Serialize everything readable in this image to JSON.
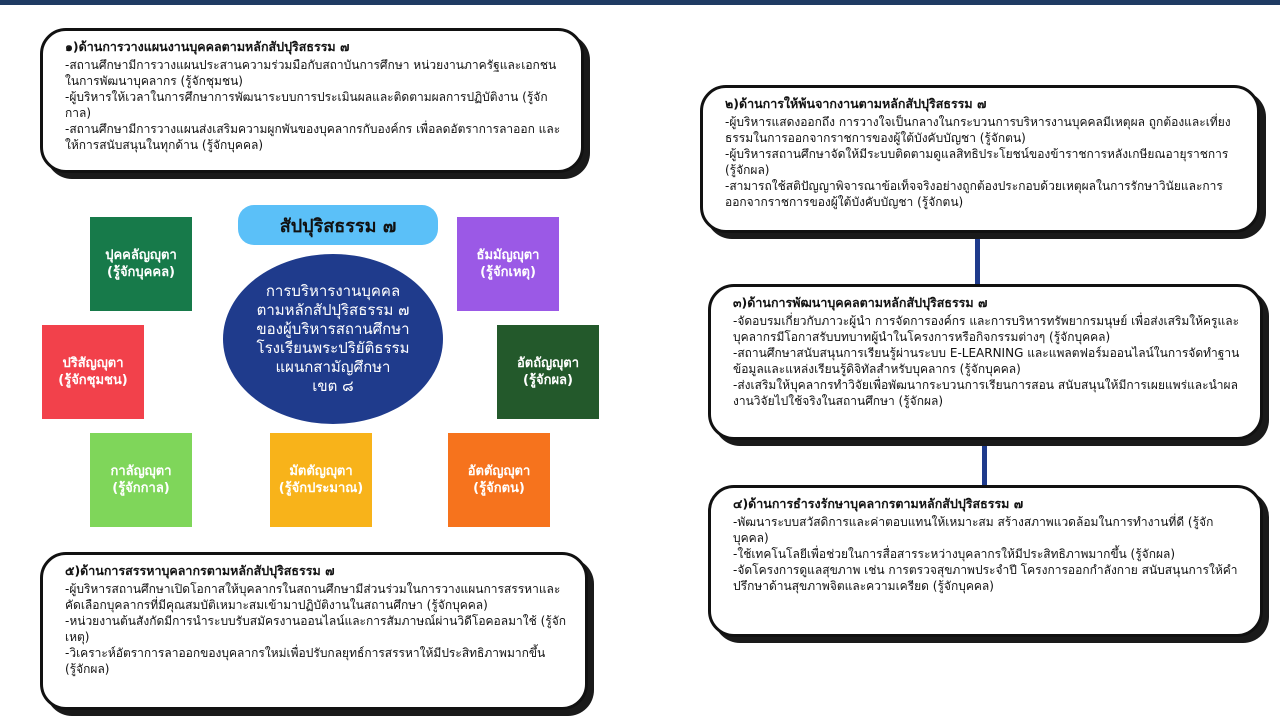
{
  "center": {
    "badge": "สัปปุริสธรรม ๗",
    "lines": [
      "การบริหารงานบุคคล",
      "ตามหลักสัปปุริสธรรม ๗",
      "ของผู้บริหารสถานศึกษา",
      "โรงเรียนพระปริยัติธรรม",
      "แผนกสามัญศึกษา",
      "เขต ๘"
    ]
  },
  "principles": [
    {
      "name": "ปุคคลัญญุตา",
      "sub": "(รู้จักบุคคล)",
      "color": "#177a4a"
    },
    {
      "name": "ธัมมัญญุตา",
      "sub": "(รู้จักเหตุ)",
      "color": "#9b59e6"
    },
    {
      "name": "ปริสัญญุตา",
      "sub": "(รู้จักชุมชน)",
      "color": "#f2414b"
    },
    {
      "name": "อัตถัญญุตา",
      "sub": "(รู้จักผล)",
      "color": "#23592b"
    },
    {
      "name": "กาลัญญุตา",
      "sub": "(รู้จักกาล)",
      "color": "#7fd65a"
    },
    {
      "name": "มัตตัญญุตา",
      "sub": "(รู้จักประมาณ)",
      "color": "#f8b31a"
    },
    {
      "name": "อัตตัญญุตา",
      "sub": "(รู้จักตน)",
      "color": "#f6731d"
    }
  ],
  "cards": [
    {
      "title": "๑)ด้านการวางแผนงานบุคคลตามหลักสัปปุริสธรรม ๗",
      "items": [
        "-สถานศึกษามีการวางแผนประสานความร่วมมือกับสถาบันการศึกษา หน่วยงานภาครัฐและเอกชนในการพัฒนาบุคลากร (รู้จักชุมชน)",
        "-ผู้บริหารให้เวลาในการศึกษาการพัฒนาระบบการประเมินผลและติดตามผลการปฏิบัติงาน (รู้จักกาล)",
        "-สถานศึกษามีการวางแผนส่งเสริมความผูกพันของบุคลากรกับองค์กร เพื่อลดอัตราการลาออก และให้การสนับสนุนในทุกด้าน (รู้จักบุคคล)"
      ]
    },
    {
      "title": "๒)ด้านการให้พ้นจากงานตามหลักสัปปุริสธรรม ๗",
      "items": [
        "-ผู้บริหารแสดงออกถึง การวางใจเป็นกลางในกระบวนการบริหารงานบุคคลมีเหตุผล ถูกต้องและเที่ยงธรรมในการออกจากราชการของผู้ใต้บังคับบัญชา (รู้จักตน)",
        "-ผู้บริหารสถานศึกษาจัดให้มีระบบติดตามดูแลสิทธิประโยชน์ของข้าราชการหลังเกษียณอายุราชการ (รู้จักผล)",
        "-สามารถใช้สติปัญญาพิจารณาข้อเท็จจริงอย่างถูกต้องประกอบด้วยเหตุผลในการรักษาวินัยและการออกจากราชการของผู้ใต้บังคับบัญชา (รู้จักตน)"
      ]
    },
    {
      "title": "๓)ด้านการพัฒนาบุคคลตามหลักสัปปุริสธรรม ๗",
      "items": [
        "-จัดอบรมเกี่ยวกับภาวะผู้นำ การจัดการองค์กร และการบริหารทรัพยากรมนุษย์ เพื่อส่งเสริมให้ครูและบุคลากรมีโอกาสรับบทบาทผู้นำในโครงการหรือกิจกรรมต่างๆ (รู้จักบุคคล)",
        "-สถานศึกษาสนับสนุนการเรียนรู้ผ่านระบบ E-LEARNING และแพลตฟอร์มออนไลน์ในการจัดทำฐานข้อมูลและแหล่งเรียนรู้ดิจิทัลสำหรับบุคลากร (รู้จักบุคคล)",
        "-ส่งเสริมให้บุคลากรทำวิจัยเพื่อพัฒนากระบวนการเรียนการสอน สนับสนุนให้มีการเผยแพร่และนำผลงานวิจัยไปใช้จริงในสถานศึกษา (รู้จักผล)"
      ]
    },
    {
      "title": "๔)ด้านการธำรงรักษาบุคลากรตามหลักสัปปุริสธรรม ๗",
      "items": [
        "-พัฒนาระบบสวัสดิการและค่าตอบแทนให้เหมาะสม สร้างสภาพแวดล้อมในการทำงานที่ดี (รู้จักบุคคล)",
        "-ใช้เทคโนโลยีเพื่อช่วยในการสื่อสารระหว่างบุคลากรให้มีประสิทธิภาพมากขึ้น (รู้จักผล)",
        "-จัดโครงการดูแลสุขภาพ เช่น การตรวจสุขภาพประจำปี โครงการออกกำลังกาย สนับสนุนการให้คำปรึกษาด้านสุขภาพจิตและความเครียด (รู้จักบุคคล)"
      ]
    },
    {
      "title": "๕)ด้านการสรรหาบุคลากรตามหลักสัปปุริสธรรม ๗",
      "items": [
        "-ผู้บริหารสถานศึกษาเปิดโอกาสให้บุคลากรในสถานศึกษามีส่วนร่วมในการวางแผนการสรรหาและคัดเลือกบุคลากรที่มีคุณสมบัติเหมาะสมเข้ามาปฏิบัติงานในสถานศึกษา (รู้จักบุคคล)",
        "-หน่วยงานต้นสังกัดมีการนำระบบรับสมัครงานออนไลน์และการสัมภาษณ์ผ่านวิดีโอคอลมาใช้ (รู้จักเหตุ)",
        "-วิเคราะห์อัตราการลาออกของบุคลากรใหม่เพื่อปรับกลยุทธ์การสรรหาให้มีประสิทธิภาพมากขึ้น (รู้จักผล)"
      ]
    }
  ]
}
